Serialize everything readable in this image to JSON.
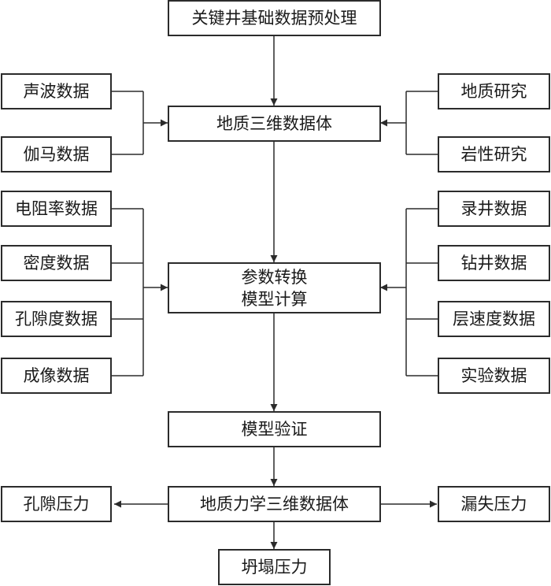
{
  "diagram": {
    "top": "关键井基础数据预处理",
    "core": "地质三维数据体",
    "model": {
      "line1": "参数转换",
      "line2": "模型计算"
    },
    "verify": "模型验证",
    "geomech": "地质力学三维数据体",
    "left_top": [
      "声波数据",
      "伽马数据"
    ],
    "left_mid": [
      "电阻率数据",
      "密度数据",
      "孔隙度数据",
      "成像数据"
    ],
    "right_top": [
      "地质研究",
      "岩性研究"
    ],
    "right_mid": [
      "录井数据",
      "钻井数据",
      "层速度数据",
      "实验数据"
    ],
    "outputs": {
      "left": "孔隙压力",
      "right": "漏失压力",
      "bottom": "坍塌压力"
    }
  }
}
